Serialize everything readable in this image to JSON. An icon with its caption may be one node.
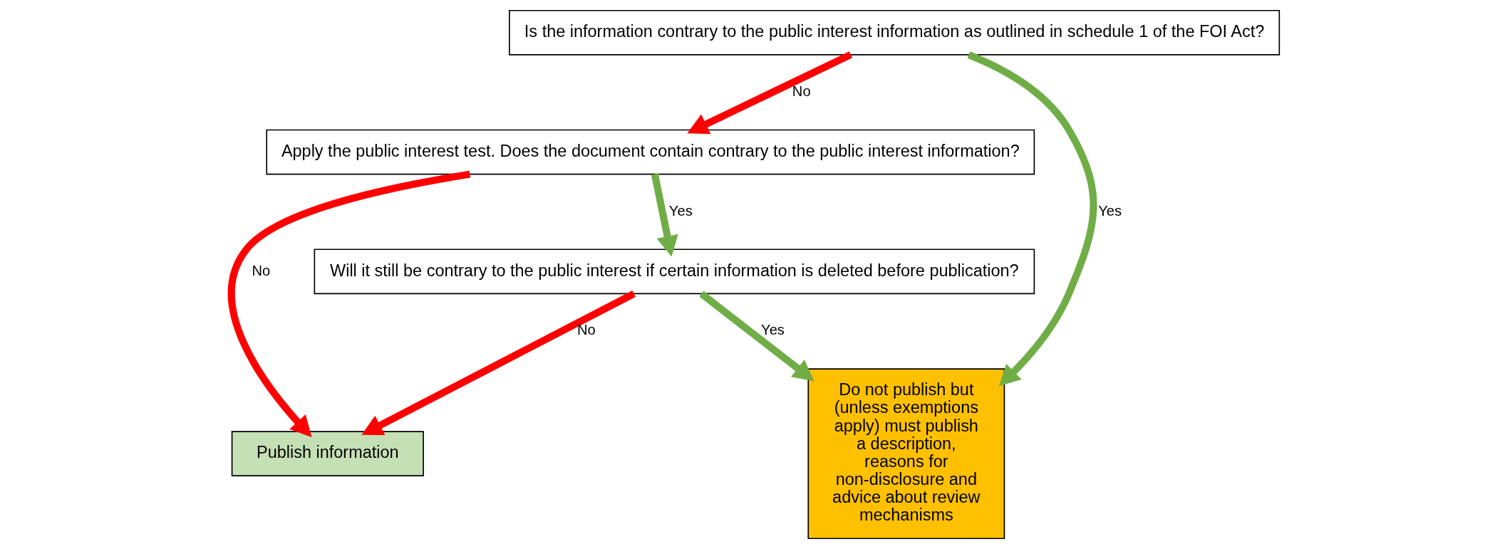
{
  "diagram": {
    "nodes": [
      {
        "text": [
          "Is the information contrary to the public interest information as outlined in schedule 1 of the FOI Act?"
        ]
      },
      {
        "text": [
          "Apply the public interest test. Does the document contain contrary to the public interest information?"
        ]
      },
      {
        "text": [
          "Will it still be contrary to the public interest if certain information is deleted before publication?"
        ]
      },
      {
        "text": [
          "Do not publish but (unless exemptions apply) must publish a description, reasons for non-disclosure and advice about review mechanisms"
        ]
      },
      {
        "text": [
          "Publish information"
        ]
      }
    ],
    "edges": [
      {
        "from": 0,
        "to": 3,
        "arrow": "to",
        "label": "Yes",
        "color": "#70ad47"
      },
      {
        "from": 0,
        "to": 1,
        "arrow": "to",
        "label": "No",
        "color": "#ff0000"
      },
      {
        "from": 1,
        "to": 4,
        "arrow": "to",
        "label": "No",
        "color": "#ff0000"
      },
      {
        "from": 1,
        "to": 2,
        "arrow": "to",
        "label": "Yes",
        "color": "#70ad47"
      },
      {
        "from": 2,
        "to": 3,
        "arrow": "to",
        "label": "Yes",
        "color": "#70ad47"
      },
      {
        "from": 2,
        "to": 4,
        "arrow": "to",
        "label": "No",
        "color": "#ff0000"
      }
    ]
  }
}
